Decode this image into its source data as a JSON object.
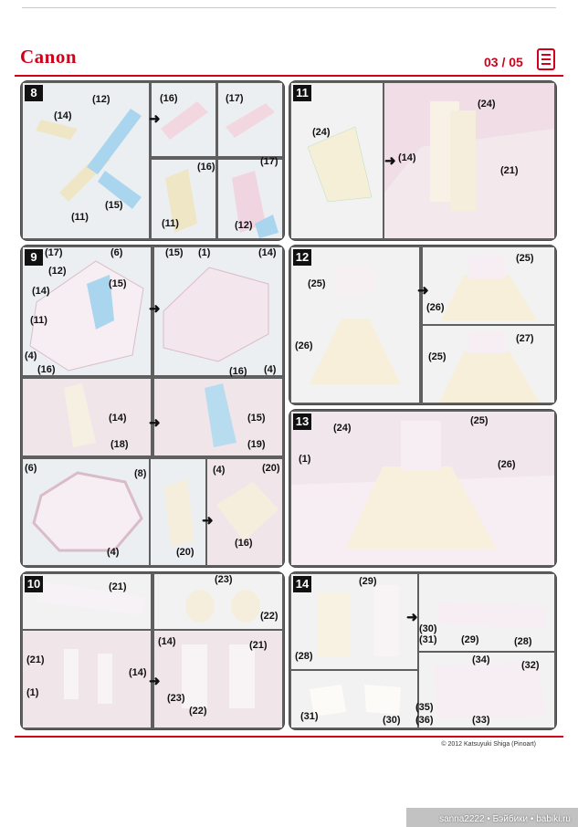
{
  "header": {
    "logo": "Canon",
    "page": "03 / 05",
    "icon": "document-icon"
  },
  "colors": {
    "brand_red": "#d0021b",
    "panel_gray": "#5f5f5f"
  },
  "steps": {
    "s8": {
      "number": "8",
      "labels": [
        "(14)",
        "(12)",
        "(11)",
        "(15)",
        "(16)",
        "(17)",
        "(16)",
        "(11)",
        "(17)",
        "(12)"
      ]
    },
    "s11": {
      "number": "11",
      "labels": [
        "(24)",
        "(24)",
        "(14)",
        "(21)"
      ]
    },
    "s9": {
      "number": "9",
      "labels": [
        "(17)",
        "(12)",
        "(6)",
        "(15)",
        "(14)",
        "(11)",
        "(4)",
        "(16)",
        "(15)",
        "(1)",
        "(14)",
        "(16)",
        "(4)",
        "(14)",
        "(18)",
        "(15)",
        "(19)",
        "(6)",
        "(8)",
        "(4)",
        "(20)",
        "(20)",
        "(4)",
        "(16)"
      ]
    },
    "s12": {
      "number": "12",
      "labels": [
        "(25)",
        "(26)",
        "(25)",
        "(26)",
        "(25)",
        "(27)"
      ]
    },
    "s13": {
      "number": "13",
      "labels": [
        "(24)",
        "(25)",
        "(1)",
        "(26)"
      ]
    },
    "s10": {
      "number": "10",
      "labels": [
        "(21)",
        "(23)",
        "(22)",
        "(21)",
        "(14)",
        "(1)",
        "(14)",
        "(21)",
        "(23)",
        "(22)"
      ]
    },
    "s14": {
      "number": "14",
      "labels": [
        "(29)",
        "(28)",
        "(30)",
        "(31)",
        "(29)",
        "(28)",
        "(34)",
        "(32)",
        "(35)",
        "(36)",
        "(33)",
        "(31)",
        "(30)"
      ]
    }
  },
  "footer": {
    "credit": "© 2012 Katsuyuki Shiga (Pinoart)",
    "watermark": "sanna2222 • Бэйбики • babiki.ru"
  }
}
